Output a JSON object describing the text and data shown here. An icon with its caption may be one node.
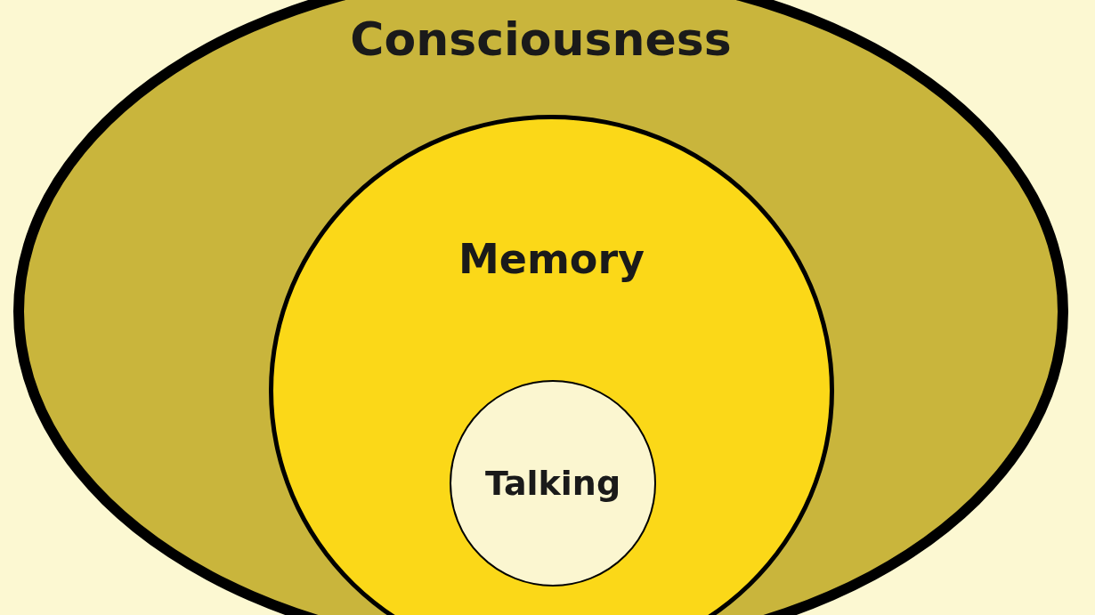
{
  "diagram": {
    "nodes": [
      {
        "text": [
          "Consciousness"
        ]
      },
      {
        "text": [
          "Memory"
        ],
        "in": 0
      },
      {
        "text": [
          "Talking"
        ],
        "in": 1
      }
    ]
  }
}
